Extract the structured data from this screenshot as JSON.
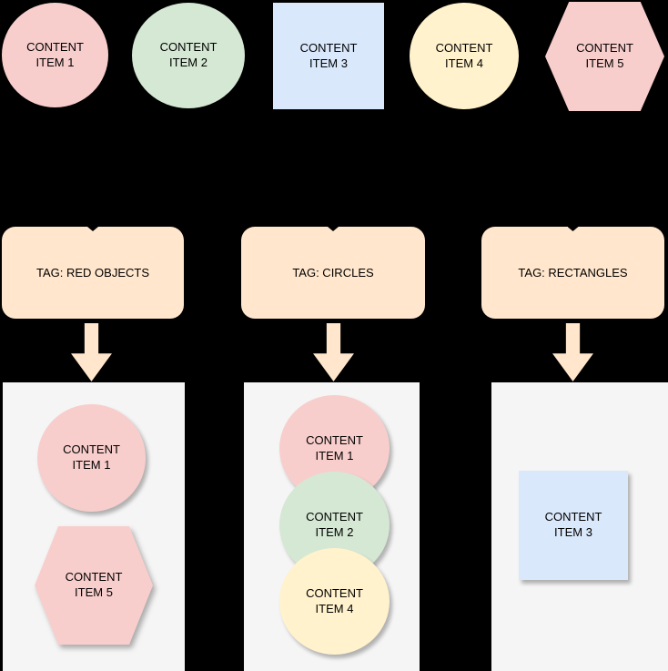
{
  "palette": {
    "background": "#000000",
    "red_fill": "#F8CECC",
    "green_fill": "#D5E8D4",
    "blue_fill": "#DAE8FC",
    "yellow_fill": "#FFF2CC",
    "tag_fill": "#FFE6CC",
    "container_fill": "#F5F5F5",
    "text_color": "#000000"
  },
  "top_row": {
    "items": [
      {
        "label": "CONTENT ITEM 1",
        "shape": "circle",
        "color": "#F8CECC"
      },
      {
        "label": "CONTENT ITEM 2",
        "shape": "circle",
        "color": "#D5E8D4"
      },
      {
        "label": "CONTENT ITEM 3",
        "shape": "square",
        "color": "#DAE8FC"
      },
      {
        "label": "CONTENT ITEM 4",
        "shape": "circle",
        "color": "#FFF2CC"
      },
      {
        "label": "CONTENT ITEM 5",
        "shape": "hexagon",
        "color": "#F8CECC"
      }
    ]
  },
  "tags_row": {
    "tags": [
      {
        "label": "TAG: RED OBJECTS"
      },
      {
        "label": "TAG: CIRCLES"
      },
      {
        "label": "TAG: RECTANGLES"
      }
    ]
  },
  "containers": [
    {
      "tag": "TAG: RED OBJECTS",
      "members": [
        {
          "label": "CONTENT ITEM 1",
          "shape": "circle",
          "color": "#F8CECC"
        },
        {
          "label": "CONTENT ITEM 5",
          "shape": "hexagon",
          "color": "#F8CECC"
        }
      ]
    },
    {
      "tag": "TAG: CIRCLES",
      "members": [
        {
          "label": "CONTENT ITEM 1",
          "shape": "circle",
          "color": "#F8CECC"
        },
        {
          "label": "CONTENT ITEM 2",
          "shape": "circle",
          "color": "#D5E8D4"
        },
        {
          "label": "CONTENT ITEM 4",
          "shape": "circle",
          "color": "#FFF2CC"
        }
      ]
    },
    {
      "tag": "TAG: RECTANGLES",
      "members": [
        {
          "label": "CONTENT ITEM 3",
          "shape": "square",
          "color": "#DAE8FC"
        }
      ]
    }
  ]
}
